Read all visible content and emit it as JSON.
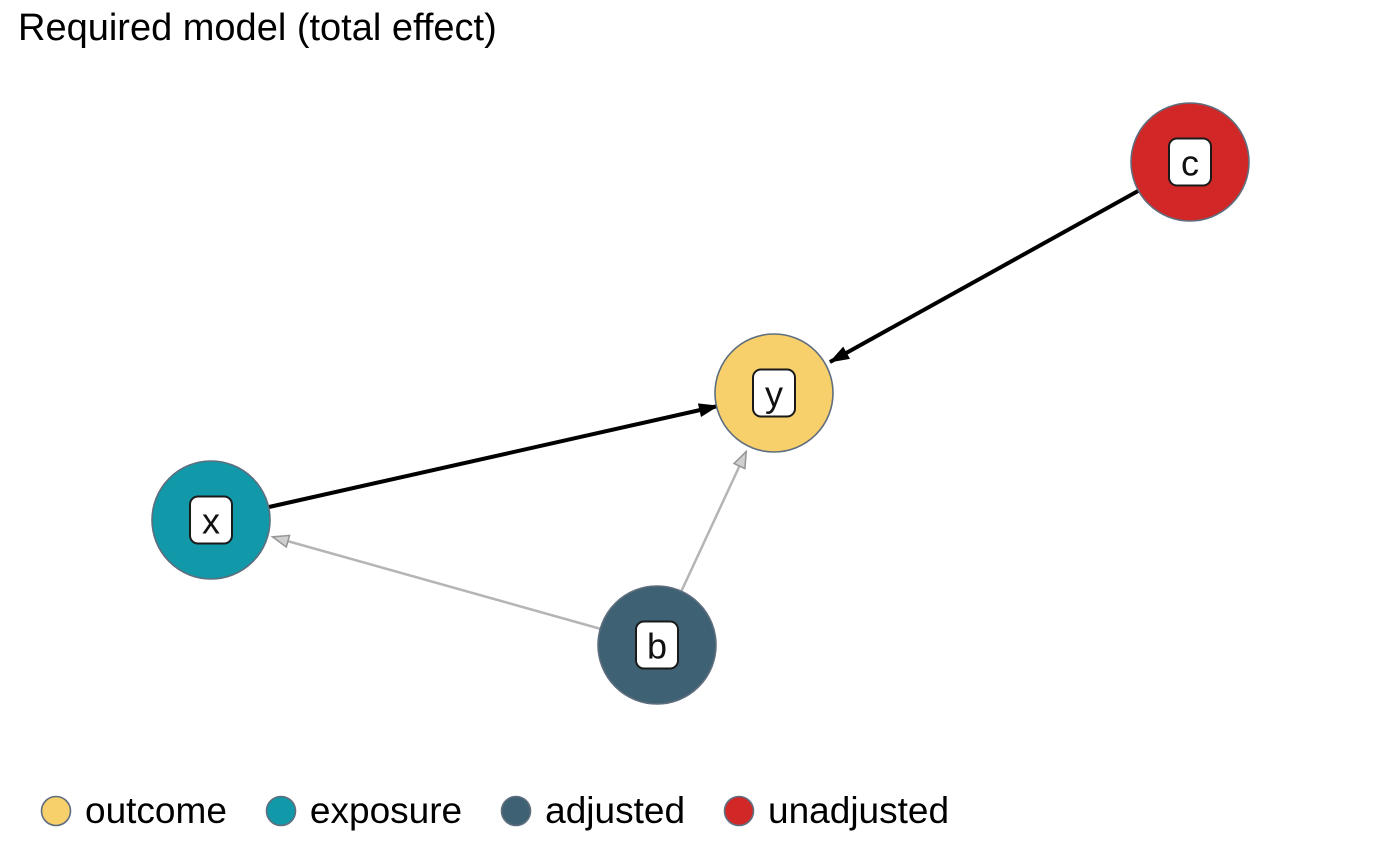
{
  "title": "Required model (total effect)",
  "graph": {
    "nodes": [
      {
        "id": "x",
        "label": "x",
        "role": "exposure"
      },
      {
        "id": "y",
        "label": "y",
        "role": "outcome"
      },
      {
        "id": "b",
        "label": "b",
        "role": "adjusted"
      },
      {
        "id": "c",
        "label": "c",
        "role": "unadjusted"
      }
    ],
    "edges": [
      {
        "from": "x",
        "to": "y",
        "type": "causal"
      },
      {
        "from": "c",
        "to": "y",
        "type": "causal"
      },
      {
        "from": "b",
        "to": "x",
        "type": "biasing"
      },
      {
        "from": "b",
        "to": "y",
        "type": "biasing"
      }
    ]
  },
  "colors": {
    "outcome": "#f8d06b",
    "exposure": "#1198a9",
    "adjusted": "#3e6274",
    "unadjusted": "#d22727",
    "node_border": "#5f6e7e",
    "causal_edge": "#000000",
    "biasing_edge": "#b5b5b5",
    "biasing_head_fill": "#cfcfcf",
    "biasing_head_stroke": "#969696"
  },
  "legend": {
    "items": [
      {
        "label": "outcome"
      },
      {
        "label": "exposure"
      },
      {
        "label": "adjusted"
      },
      {
        "label": "unadjusted"
      }
    ]
  }
}
